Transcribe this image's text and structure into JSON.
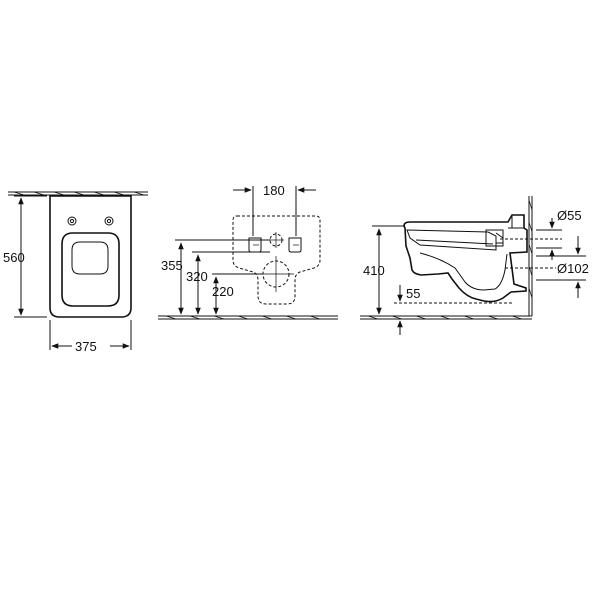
{
  "views": {
    "top": {
      "depth_label": "560",
      "width_label": "375"
    },
    "wall": {
      "fixing_spacing_label": "180",
      "height_355_label": "355",
      "height_320_label": "320",
      "height_220_label": "220"
    },
    "side": {
      "height_410_label": "410",
      "waste_height_label": "55",
      "inlet_diameter_label": "Ø55",
      "outlet_diameter_label": "Ø102"
    }
  },
  "colors": {
    "line": "#111111",
    "background": "#ffffff"
  }
}
